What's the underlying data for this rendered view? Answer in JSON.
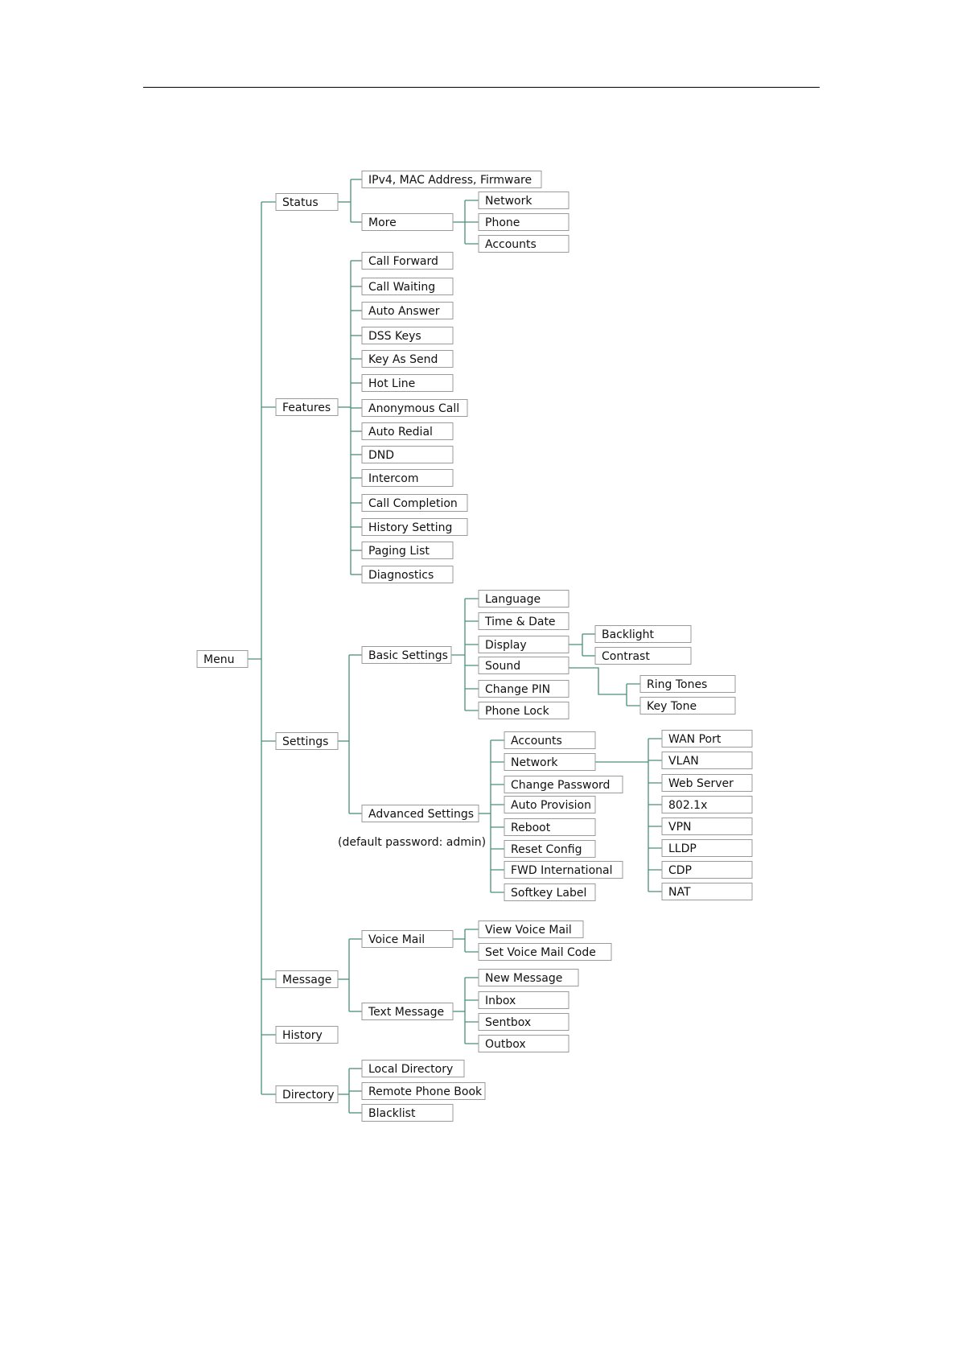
{
  "root": "Menu",
  "level1": {
    "status": "Status",
    "features": "Features",
    "settings": "Settings",
    "message": "Message",
    "history": "History",
    "directory": "Directory"
  },
  "status": {
    "ipv4": "IPv4, MAC Address, Firmware",
    "more": "More",
    "more_items": [
      "Network",
      "Phone",
      "Accounts"
    ]
  },
  "features": [
    "Call Forward",
    "Call Waiting",
    "Auto Answer",
    "DSS Keys",
    "Key As Send",
    "Hot Line",
    "Anonymous Call",
    "Auto Redial",
    "DND",
    "Intercom",
    "Call Completion",
    "History Setting",
    "Paging List",
    "Diagnostics"
  ],
  "settings": {
    "basic": "Basic Settings",
    "basic_items": [
      "Language",
      "Time & Date",
      "Display",
      "Sound",
      "Change PIN",
      "Phone Lock"
    ],
    "display_items": [
      "Backlight",
      "Contrast"
    ],
    "sound_items": [
      "Ring Tones",
      "Key Tone"
    ],
    "advanced": "Advanced Settings",
    "advanced_note": "(default password: admin)",
    "advanced_items": [
      "Accounts",
      "Network",
      "Change Password",
      "Auto Provision",
      "Reboot",
      "Reset Config",
      "FWD International",
      "Softkey Label"
    ],
    "network_items": [
      "WAN Port",
      "VLAN",
      "Web Server",
      "802.1x",
      "VPN",
      "LLDP",
      "CDP",
      "NAT"
    ]
  },
  "message": {
    "voice_mail": "Voice Mail",
    "voice_items": [
      "View Voice Mail",
      "Set Voice Mail Code"
    ],
    "text_message": "Text Message",
    "text_items": [
      "New Message",
      "Inbox",
      "Sentbox",
      "Outbox"
    ]
  },
  "directory": [
    "Local Directory",
    "Remote Phone Book",
    "Blacklist"
  ]
}
